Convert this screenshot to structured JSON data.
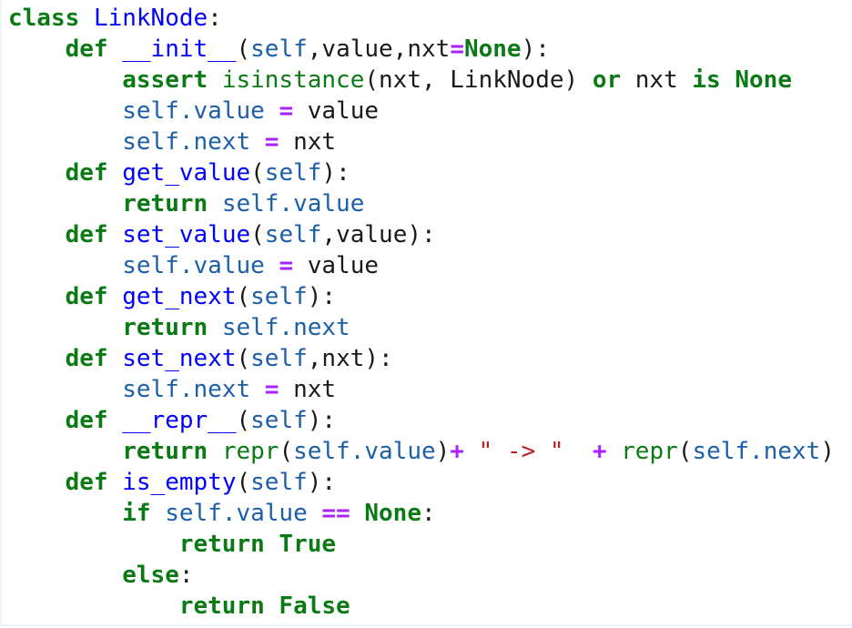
{
  "editor": {
    "language": "python",
    "colors": {
      "keyword": "#0a7a14",
      "function_name": "#0000ff",
      "attribute": "#1b5fa8",
      "operator": "#aa22ff",
      "string": "#ba2121",
      "text": "#1a1a1a",
      "background": "#ffffff"
    },
    "lines": [
      [
        {
          "t": "kw",
          "v": "class"
        },
        {
          "t": "plain",
          "v": " "
        },
        {
          "t": "cls",
          "v": "LinkNode"
        },
        {
          "t": "plain",
          "v": ":"
        }
      ],
      [
        {
          "t": "plain",
          "v": "    "
        },
        {
          "t": "kw",
          "v": "def"
        },
        {
          "t": "plain",
          "v": " "
        },
        {
          "t": "def",
          "v": "__init__"
        },
        {
          "t": "plain",
          "v": "("
        },
        {
          "t": "self",
          "v": "self"
        },
        {
          "t": "plain",
          "v": ",value,nxt"
        },
        {
          "t": "op",
          "v": "="
        },
        {
          "t": "kw",
          "v": "None"
        },
        {
          "t": "plain",
          "v": "):"
        }
      ],
      [
        {
          "t": "plain",
          "v": "        "
        },
        {
          "t": "kw",
          "v": "assert"
        },
        {
          "t": "plain",
          "v": " "
        },
        {
          "t": "builtin",
          "v": "isinstance"
        },
        {
          "t": "plain",
          "v": "(nxt, LinkNode) "
        },
        {
          "t": "kw",
          "v": "or"
        },
        {
          "t": "plain",
          "v": " nxt "
        },
        {
          "t": "kw",
          "v": "is"
        },
        {
          "t": "plain",
          "v": " "
        },
        {
          "t": "kw",
          "v": "None"
        }
      ],
      [
        {
          "t": "plain",
          "v": "        "
        },
        {
          "t": "self",
          "v": "self.value"
        },
        {
          "t": "plain",
          "v": " "
        },
        {
          "t": "op",
          "v": "="
        },
        {
          "t": "plain",
          "v": " value"
        }
      ],
      [
        {
          "t": "plain",
          "v": "        "
        },
        {
          "t": "self",
          "v": "self.next"
        },
        {
          "t": "plain",
          "v": " "
        },
        {
          "t": "op",
          "v": "="
        },
        {
          "t": "plain",
          "v": " nxt"
        }
      ],
      [
        {
          "t": "plain",
          "v": "    "
        },
        {
          "t": "kw",
          "v": "def"
        },
        {
          "t": "plain",
          "v": " "
        },
        {
          "t": "def",
          "v": "get_value"
        },
        {
          "t": "plain",
          "v": "("
        },
        {
          "t": "self",
          "v": "self"
        },
        {
          "t": "plain",
          "v": "):"
        }
      ],
      [
        {
          "t": "plain",
          "v": "        "
        },
        {
          "t": "kw",
          "v": "return"
        },
        {
          "t": "plain",
          "v": " "
        },
        {
          "t": "self",
          "v": "self.value"
        }
      ],
      [
        {
          "t": "plain",
          "v": "    "
        },
        {
          "t": "kw",
          "v": "def"
        },
        {
          "t": "plain",
          "v": " "
        },
        {
          "t": "def",
          "v": "set_value"
        },
        {
          "t": "plain",
          "v": "("
        },
        {
          "t": "self",
          "v": "self"
        },
        {
          "t": "plain",
          "v": ",value):"
        }
      ],
      [
        {
          "t": "plain",
          "v": "        "
        },
        {
          "t": "self",
          "v": "self.value"
        },
        {
          "t": "plain",
          "v": " "
        },
        {
          "t": "op",
          "v": "="
        },
        {
          "t": "plain",
          "v": " value"
        }
      ],
      [
        {
          "t": "plain",
          "v": "    "
        },
        {
          "t": "kw",
          "v": "def"
        },
        {
          "t": "plain",
          "v": " "
        },
        {
          "t": "def",
          "v": "get_next"
        },
        {
          "t": "plain",
          "v": "("
        },
        {
          "t": "self",
          "v": "self"
        },
        {
          "t": "plain",
          "v": "):"
        }
      ],
      [
        {
          "t": "plain",
          "v": "        "
        },
        {
          "t": "kw",
          "v": "return"
        },
        {
          "t": "plain",
          "v": " "
        },
        {
          "t": "self",
          "v": "self.next"
        }
      ],
      [
        {
          "t": "plain",
          "v": "    "
        },
        {
          "t": "kw",
          "v": "def"
        },
        {
          "t": "plain",
          "v": " "
        },
        {
          "t": "def",
          "v": "set_next"
        },
        {
          "t": "plain",
          "v": "("
        },
        {
          "t": "self",
          "v": "self"
        },
        {
          "t": "plain",
          "v": ",nxt):"
        }
      ],
      [
        {
          "t": "plain",
          "v": "        "
        },
        {
          "t": "self",
          "v": "self.next"
        },
        {
          "t": "plain",
          "v": " "
        },
        {
          "t": "op",
          "v": "="
        },
        {
          "t": "plain",
          "v": " nxt"
        }
      ],
      [
        {
          "t": "plain",
          "v": "    "
        },
        {
          "t": "kw",
          "v": "def"
        },
        {
          "t": "plain",
          "v": " "
        },
        {
          "t": "def",
          "v": "__repr__"
        },
        {
          "t": "plain",
          "v": "("
        },
        {
          "t": "self",
          "v": "self"
        },
        {
          "t": "plain",
          "v": "):"
        }
      ],
      [
        {
          "t": "plain",
          "v": "        "
        },
        {
          "t": "kw",
          "v": "return"
        },
        {
          "t": "plain",
          "v": " "
        },
        {
          "t": "builtin",
          "v": "repr"
        },
        {
          "t": "plain",
          "v": "("
        },
        {
          "t": "self",
          "v": "self.value"
        },
        {
          "t": "plain",
          "v": ")"
        },
        {
          "t": "op",
          "v": "+"
        },
        {
          "t": "plain",
          "v": " "
        },
        {
          "t": "str",
          "v": "\" -> \""
        },
        {
          "t": "plain",
          "v": "  "
        },
        {
          "t": "op",
          "v": "+"
        },
        {
          "t": "plain",
          "v": " "
        },
        {
          "t": "builtin",
          "v": "repr"
        },
        {
          "t": "plain",
          "v": "("
        },
        {
          "t": "self",
          "v": "self.next"
        },
        {
          "t": "plain",
          "v": ")"
        }
      ],
      [
        {
          "t": "plain",
          "v": "    "
        },
        {
          "t": "kw",
          "v": "def"
        },
        {
          "t": "plain",
          "v": " "
        },
        {
          "t": "def",
          "v": "is_empty"
        },
        {
          "t": "plain",
          "v": "("
        },
        {
          "t": "self",
          "v": "self"
        },
        {
          "t": "plain",
          "v": "):"
        }
      ],
      [
        {
          "t": "plain",
          "v": "        "
        },
        {
          "t": "kw",
          "v": "if"
        },
        {
          "t": "plain",
          "v": " "
        },
        {
          "t": "self",
          "v": "self.value"
        },
        {
          "t": "plain",
          "v": " "
        },
        {
          "t": "op",
          "v": "=="
        },
        {
          "t": "plain",
          "v": " "
        },
        {
          "t": "kw",
          "v": "None"
        },
        {
          "t": "plain",
          "v": ":"
        }
      ],
      [
        {
          "t": "plain",
          "v": "            "
        },
        {
          "t": "kw",
          "v": "return"
        },
        {
          "t": "plain",
          "v": " "
        },
        {
          "t": "kw",
          "v": "True"
        }
      ],
      [
        {
          "t": "plain",
          "v": "        "
        },
        {
          "t": "kw",
          "v": "else"
        },
        {
          "t": "plain",
          "v": ":"
        }
      ],
      [
        {
          "t": "plain",
          "v": "            "
        },
        {
          "t": "kw",
          "v": "return"
        },
        {
          "t": "plain",
          "v": " "
        },
        {
          "t": "kw",
          "v": "False"
        }
      ]
    ]
  }
}
